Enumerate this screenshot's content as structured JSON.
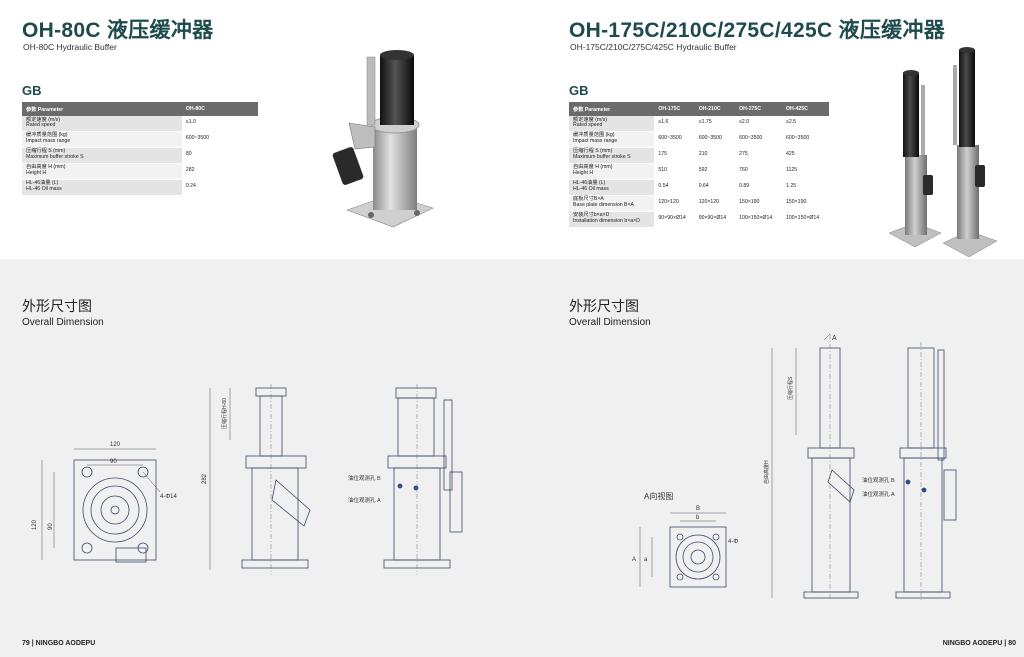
{
  "left": {
    "title": "OH-80C 液压缓冲器",
    "subtitle": "OH-80C Hydraulic Buffer",
    "gb": "GB",
    "table": {
      "headers": [
        "参数 Parameter",
        "OH-80C"
      ],
      "rows": [
        {
          "cn": "额定速度 (m/s)",
          "en": "Rated speed",
          "values": [
            "≤1.0"
          ]
        },
        {
          "cn": "缓冲质量范围 (kg)",
          "en": "Impact mass range",
          "values": [
            "600~3500"
          ]
        },
        {
          "cn": "压缩行程 S (mm)",
          "en": "Maximum buffer stroke S",
          "values": [
            "80"
          ]
        },
        {
          "cn": "自由高度 H (mm)",
          "en": "Height H",
          "values": [
            "282"
          ]
        },
        {
          "cn": "HL-46油量 (L)",
          "en": "HL-46 Oil mass",
          "values": [
            "0.24"
          ]
        }
      ]
    },
    "dimension_title": "外形尺寸图",
    "dimension_subtitle": "Overall Dimension",
    "drawing_labels": {
      "w120": "120",
      "w90": "90",
      "h120": "120",
      "h90": "90",
      "holes": "4-Φ14",
      "height": "282",
      "stroke": "压缩行程H-80",
      "oil_b": "油位观测孔 B",
      "oil_a": "油位观测孔 A"
    },
    "footer": "79 | NINGBO AODEPU"
  },
  "right": {
    "title": "OH-175C/210C/275C/425C 液压缓冲器",
    "subtitle": "OH-175C/210C/275C/425C Hydraulic Buffer",
    "gb": "GB",
    "table": {
      "headers": [
        "参数 Parameter",
        "OH-175C",
        "OH-210C",
        "OH-275C",
        "OH-425C"
      ],
      "rows": [
        {
          "cn": "额定速度 (m/s)",
          "en": "Rated speed",
          "values": [
            "≤1.6",
            "≤1.75",
            "≤2.0",
            "≤2.5"
          ]
        },
        {
          "cn": "缓冲质量范围 (kg)",
          "en": "Impact mass range",
          "values": [
            "600~3500",
            "600~3500",
            "600~3500",
            "600~3500"
          ]
        },
        {
          "cn": "压缩行程 S (mm)",
          "en": "Maximum buffer stroke S",
          "values": [
            "175",
            "210",
            "275",
            "425"
          ]
        },
        {
          "cn": "自由高度 H (mm)",
          "en": "Height H",
          "values": [
            "510",
            "592",
            "760",
            "1125"
          ]
        },
        {
          "cn": "HL-46油量 (L)",
          "en": "HL-46 Oil mass",
          "values": [
            "0.54",
            "0.64",
            "0.89",
            "1.25"
          ]
        },
        {
          "cn": "底板尺寸B×A",
          "en": "Base plate dimension B×A",
          "values": [
            "120×120",
            "120×120",
            "150×190",
            "150×190"
          ]
        },
        {
          "cn": "安装尺寸b×a×D",
          "en": "Installation dimension b×a×D",
          "values": [
            "90×90×Ø14",
            "90×90×Ø14",
            "100×150×Ø14",
            "100×150×Ø14"
          ]
        }
      ]
    },
    "dimension_title": "外形尺寸图",
    "dimension_subtitle": "Overall Dimension",
    "drawing_labels": {
      "view_a": "A向视图",
      "arrow_a": "A",
      "b_out": "B",
      "b_in": "b",
      "a_out": "A",
      "a_in": "a",
      "holes": "4-Φ",
      "stroke": "压缩行程S",
      "height": "自由高度H",
      "oil_b": "油位观测孔 B",
      "oil_a": "油位观测孔 A"
    },
    "footer": "NINGBO AODEPU | 80"
  },
  "colors": {
    "accent": "#1e4b4c",
    "header_bg": "#6b6b6b",
    "bottom_bg": "#f0f0f0"
  }
}
